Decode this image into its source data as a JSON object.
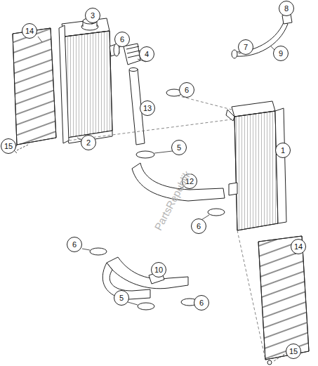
{
  "diagram": {
    "labels": [
      "14",
      "3",
      "6",
      "4",
      "2",
      "15",
      "13",
      "6",
      "5",
      "12",
      "6",
      "1",
      "14",
      "6",
      "10",
      "5",
      "6",
      "15",
      "8",
      "7",
      "9",
      "PartsRepublik"
    ]
  }
}
